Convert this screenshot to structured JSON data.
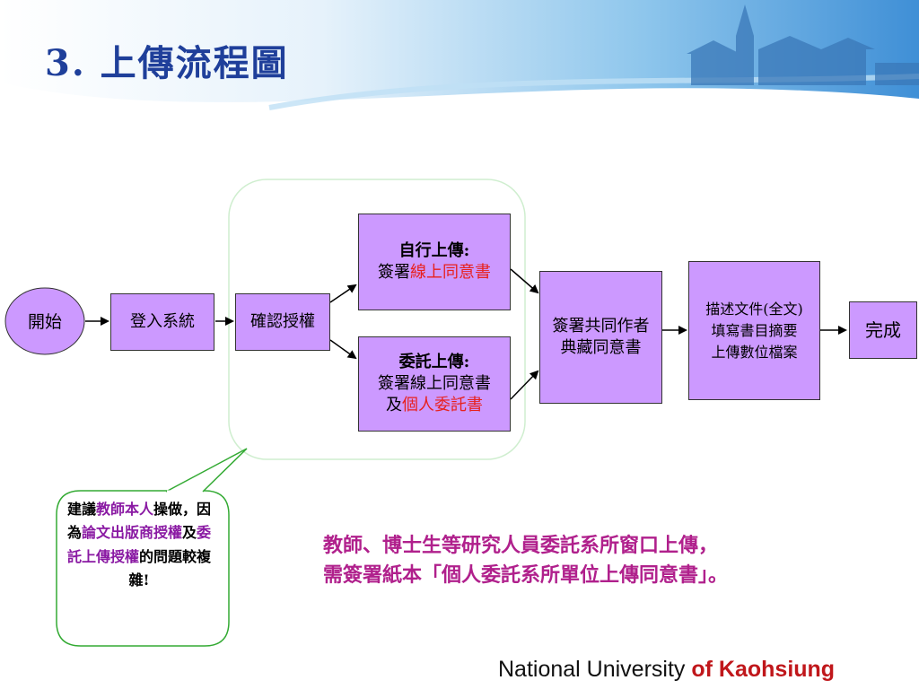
{
  "title": "3. 上傳流程圖",
  "nodes": {
    "start": "開始",
    "login": "登入系統",
    "confirm": "確認授權",
    "self_upload": {
      "head": "自行上傳:",
      "prefix": "簽署",
      "highlight": "線上同意書"
    },
    "entrust_upload": {
      "head": "委託上傳:",
      "line2": "簽署線上同意書",
      "prefix": "及",
      "highlight": "個人委託書"
    },
    "coauthor": [
      "簽署共同作者",
      "典藏同意書"
    ],
    "describe": [
      "描述文件(全文)",
      "填寫書目摘要",
      "上傳數位檔案"
    ],
    "done": "完成"
  },
  "advice": {
    "t1": "建議",
    "h1": "教師本人",
    "t2": "操做，因為",
    "h2": "論文出版商授權",
    "t3": "及",
    "h3": "委託上傳授權",
    "t4": "的問題較複雜!"
  },
  "note": {
    "line1": "教師、博士生等研究人員委託系所窗口上傳，",
    "line2": "需簽署紙本「個人委託系所單位上傳同意書」。"
  },
  "footer": {
    "main": "National University",
    "accent": "of Kaohsiung"
  },
  "colors": {
    "box_fill": "#cc99ff",
    "title": "#1f3f9a",
    "highlight_red": "#e8201c",
    "highlight_purple": "#8a1aa3"
  }
}
